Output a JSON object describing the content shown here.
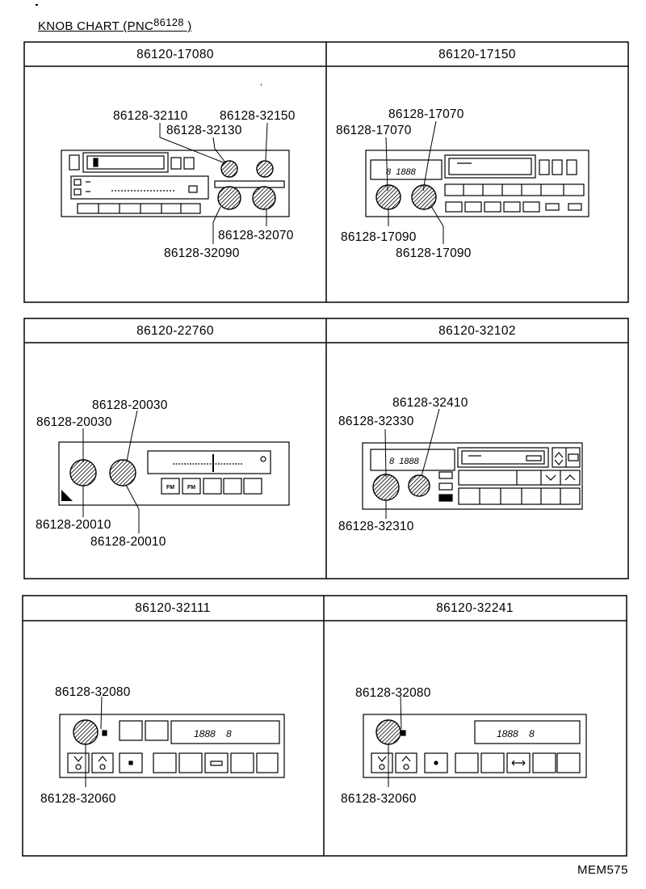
{
  "title_main": "KNOB  CHART (PNC",
  "title_sup": "86128",
  "title_end": " )",
  "footer_code": "MEM575",
  "panels": [
    {
      "header": "86120-17080",
      "labels": [
        "86128-32110",
        "86128-32150",
        "86128-32130",
        "86128-32070",
        "86128-32090"
      ]
    },
    {
      "header": "86120-17150",
      "display_text": "8  1888",
      "labels": [
        "86128-17070",
        "86128-17070",
        "86128-17090",
        "86128-17090"
      ]
    },
    {
      "header": "86120-22760",
      "button_text": "FM",
      "labels": [
        "86128-20030",
        "86128-20030",
        "86128-20010",
        "86128-20010"
      ]
    },
    {
      "header": "86120-32102",
      "display_text": "8  1888",
      "labels": [
        "86128-32410",
        "86128-32330",
        "86128-32310"
      ]
    },
    {
      "header": "86120-32111",
      "display_text": "1888    8",
      "labels": [
        "86128-32080",
        "86128-32060"
      ]
    },
    {
      "header": "86120-32241",
      "display_text": "1888    8",
      "labels": [
        "86128-32080",
        "86128-32060"
      ]
    }
  ]
}
